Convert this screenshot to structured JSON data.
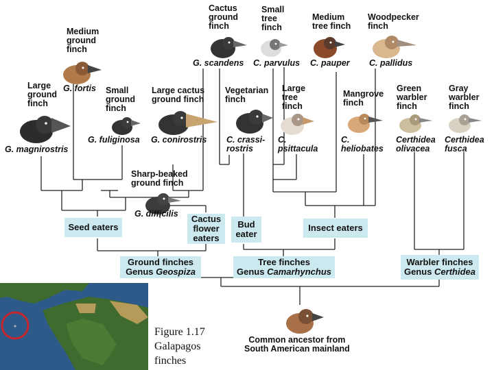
{
  "colors": {
    "box": "#cde9f0",
    "line": "#222222",
    "ocean": "#2e5a8a",
    "land_green": "#3f6b2e",
    "land_brown": "#b59a5a",
    "circle": "#c8262e"
  },
  "birds": [
    {
      "key": "cactus_ground",
      "common": "Cactus\nground\nfinch",
      "species": "G. scandens",
      "icon": "dark-finch-icon"
    },
    {
      "key": "small_tree",
      "common": "Small\ntree\nfinch",
      "species": "C. parvulus",
      "icon": "pale-finch-icon"
    },
    {
      "key": "medium_tree",
      "common": "Medium\ntree finch",
      "species": "C. pauper",
      "icon": "brown-finch-icon"
    },
    {
      "key": "woodpecker",
      "common": "Woodpecker\nfinch",
      "species": "C. pallidus",
      "icon": "tan-finch-icon"
    },
    {
      "key": "medium_ground",
      "common": "Medium\nground\nfinch",
      "species": "G. fortis",
      "icon": "brown-finch-icon"
    },
    {
      "key": "large_ground",
      "common": "Large\nground\nfinch",
      "species": "G. magnirostris",
      "icon": "dark-finch-icon"
    },
    {
      "key": "small_ground",
      "common": "Small\nground\nfinch",
      "species": "G. fuliginosa",
      "icon": "dark-finch-icon"
    },
    {
      "key": "large_cactus",
      "common": "Large cactus\nground finch",
      "species": "G. conirostris",
      "icon": "dark-finch-icon"
    },
    {
      "key": "vegetarian",
      "common": "Vegetarian\nfinch",
      "species": "C. crassi-\nrostris",
      "icon": "dark-finch-icon"
    },
    {
      "key": "large_tree",
      "common": "Large\ntree\nfinch",
      "species": "C.\npsittacula",
      "icon": "pale-finch-icon"
    },
    {
      "key": "mangrove",
      "common": "Mangrove\nfinch",
      "species": "C.\nheliobates",
      "icon": "tan-finch-icon"
    },
    {
      "key": "green_warbler",
      "common": "Green\nwarbler\nfinch",
      "species": "Certhidea\nolivacea",
      "icon": "olive-finch-icon"
    },
    {
      "key": "gray_warbler",
      "common": "Gray\nwarbler\nfinch",
      "species": "Certhidea\nfusca",
      "icon": "gray-finch-icon"
    },
    {
      "key": "sharp_beaked",
      "common": "Sharp-beaked\nground finch",
      "species": "G. difficilis",
      "icon": "dark-finch-icon"
    },
    {
      "key": "ancestor",
      "common": "Common ancestor from\nSouth American mainland",
      "species": "",
      "icon": "brown-finch-icon"
    }
  ],
  "diet_groups": {
    "seed": "Seed eaters",
    "cactus_flower": "Cactus\nflower\neaters",
    "bud": "Bud\neater",
    "insect": "Insect eaters"
  },
  "genera": {
    "geospiza": {
      "line1": "Ground finches",
      "prefix": "Genus ",
      "genus": "Geospiza"
    },
    "camarhynchus": {
      "line1": "Tree finches",
      "prefix": "Genus ",
      "genus": "Camarhynchus"
    },
    "certhidea": {
      "line1": "Warbler finches",
      "prefix": "Genus ",
      "genus": "Certhidea"
    }
  },
  "caption": {
    "line1": "Figure 1.17",
    "line2": "Galapagos",
    "line3": "finches"
  }
}
